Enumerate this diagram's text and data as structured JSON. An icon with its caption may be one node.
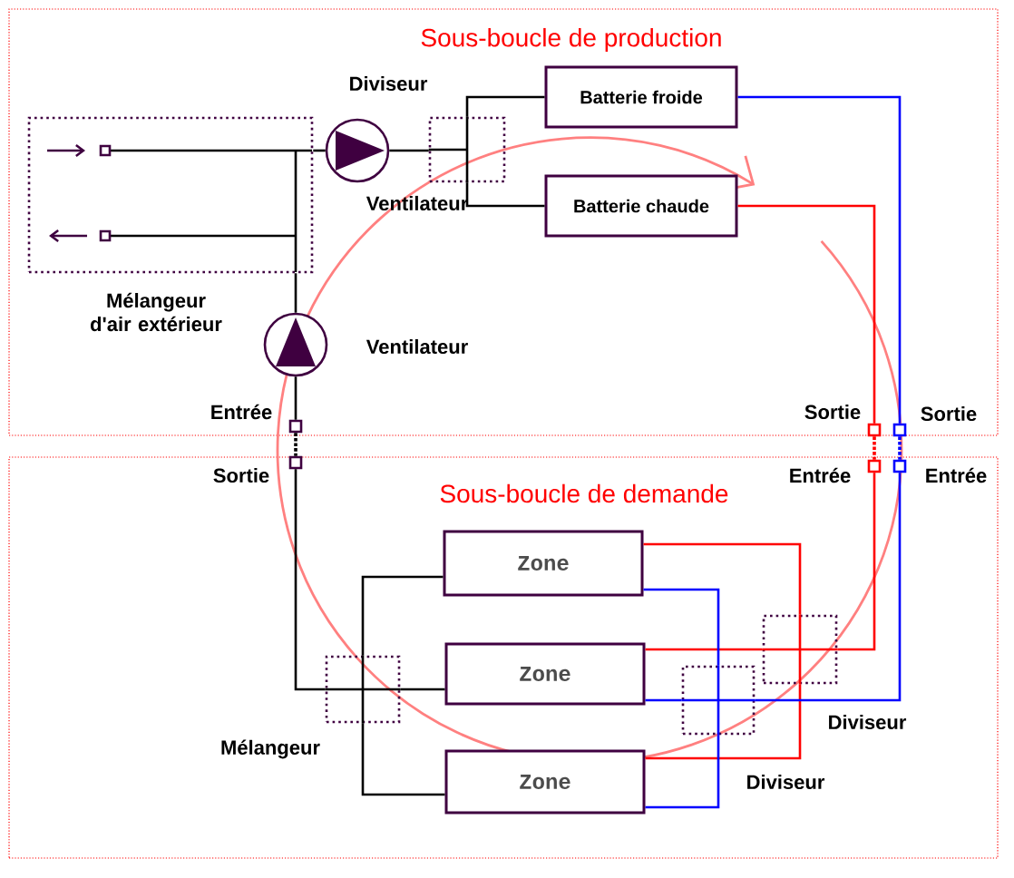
{
  "diagram": {
    "nodes": [
      {
        "text": [
          "Sous-boucle de production"
        ]
      },
      {
        "text": [
          "Sous-boucle de demande"
        ]
      },
      {
        "text": [
          "Mélangeur d'air extérieur"
        ],
        "in": 0
      },
      {
        "text": [],
        "shape": "circle",
        "in": 0,
        "beside": [
          "Ventilateur"
        ]
      },
      {
        "text": [],
        "shape": "box",
        "in": 0,
        "beside": [
          "Diviseur"
        ]
      },
      {
        "text": [
          "Batterie froide"
        ],
        "in": 0
      },
      {
        "text": [
          "Batterie chaude"
        ],
        "in": 0
      },
      {
        "text": [],
        "shape": "circle",
        "in": 0,
        "beside": [
          "Ventilateur"
        ]
      },
      {
        "text": [],
        "shape": "box",
        "in": 0,
        "beside": [
          "Entrée"
        ]
      },
      {
        "text": [],
        "shape": "box",
        "in": 0,
        "beside": [
          "Sortie"
        ]
      },
      {
        "text": [],
        "shape": "box",
        "in": 0,
        "beside": [
          "Sortie"
        ]
      },
      {
        "text": [],
        "shape": "box",
        "in": 1,
        "beside": [
          "Sortie"
        ]
      },
      {
        "text": [],
        "shape": "box",
        "in": 1,
        "beside": [
          "Entrée"
        ]
      },
      {
        "text": [],
        "shape": "box",
        "in": 1,
        "beside": [
          "Entrée"
        ]
      },
      {
        "text": [
          "Zone"
        ],
        "in": 1
      },
      {
        "text": [
          "Zone"
        ],
        "in": 1
      },
      {
        "text": [
          "Zone"
        ],
        "in": 1
      },
      {
        "text": [],
        "shape": "box",
        "in": 1,
        "beside": [
          "Mélangeur"
        ]
      },
      {
        "text": [],
        "shape": "box",
        "in": 1,
        "beside": [
          "Diviseur"
        ]
      },
      {
        "text": [],
        "shape": "box",
        "in": 1,
        "beside": [
          "Diviseur"
        ]
      }
    ],
    "edges": [
      {
        "from": 2,
        "to": 3,
        "arrow": "none"
      },
      {
        "from": 3,
        "to": 4,
        "arrow": "none"
      },
      {
        "from": 4,
        "to": 5,
        "arrow": "none"
      },
      {
        "from": 4,
        "to": 6,
        "arrow": "none"
      },
      {
        "from": 7,
        "to": 2,
        "arrow": "none"
      },
      {
        "from": 8,
        "to": 7,
        "arrow": "none"
      },
      {
        "from": 8,
        "to": 11,
        "arrow": "none",
        "style": "dashed"
      },
      {
        "from": 5,
        "to": 10,
        "arrow": "none",
        "color": "#0000ff"
      },
      {
        "from": 6,
        "to": 9,
        "arrow": "none",
        "color": "#ff0000"
      },
      {
        "from": 9,
        "to": 12,
        "arrow": "none",
        "style": "dashed",
        "color": "#ff0000"
      },
      {
        "from": 10,
        "to": 13,
        "arrow": "none",
        "style": "dashed",
        "color": "#0000ff"
      },
      {
        "from": 11,
        "to": 17,
        "arrow": "none"
      },
      {
        "from": 17,
        "to": 14,
        "arrow": "none"
      },
      {
        "from": 17,
        "to": 15,
        "arrow": "none"
      },
      {
        "from": 17,
        "to": 16,
        "arrow": "none"
      },
      {
        "from": 12,
        "to": 18,
        "arrow": "none",
        "color": "#ff0000"
      },
      {
        "from": 18,
        "to": 14,
        "arrow": "none",
        "color": "#ff0000"
      },
      {
        "from": 18,
        "to": 15,
        "arrow": "none",
        "color": "#ff0000"
      },
      {
        "from": 18,
        "to": 16,
        "arrow": "none",
        "color": "#ff0000"
      },
      {
        "from": 13,
        "to": 19,
        "arrow": "none",
        "color": "#0000ff"
      },
      {
        "from": 19,
        "to": 14,
        "arrow": "none",
        "color": "#0000ff"
      },
      {
        "from": 19,
        "to": 15,
        "arrow": "none",
        "color": "#0000ff"
      },
      {
        "from": 19,
        "to": 16,
        "arrow": "none",
        "color": "#0000ff"
      }
    ]
  }
}
